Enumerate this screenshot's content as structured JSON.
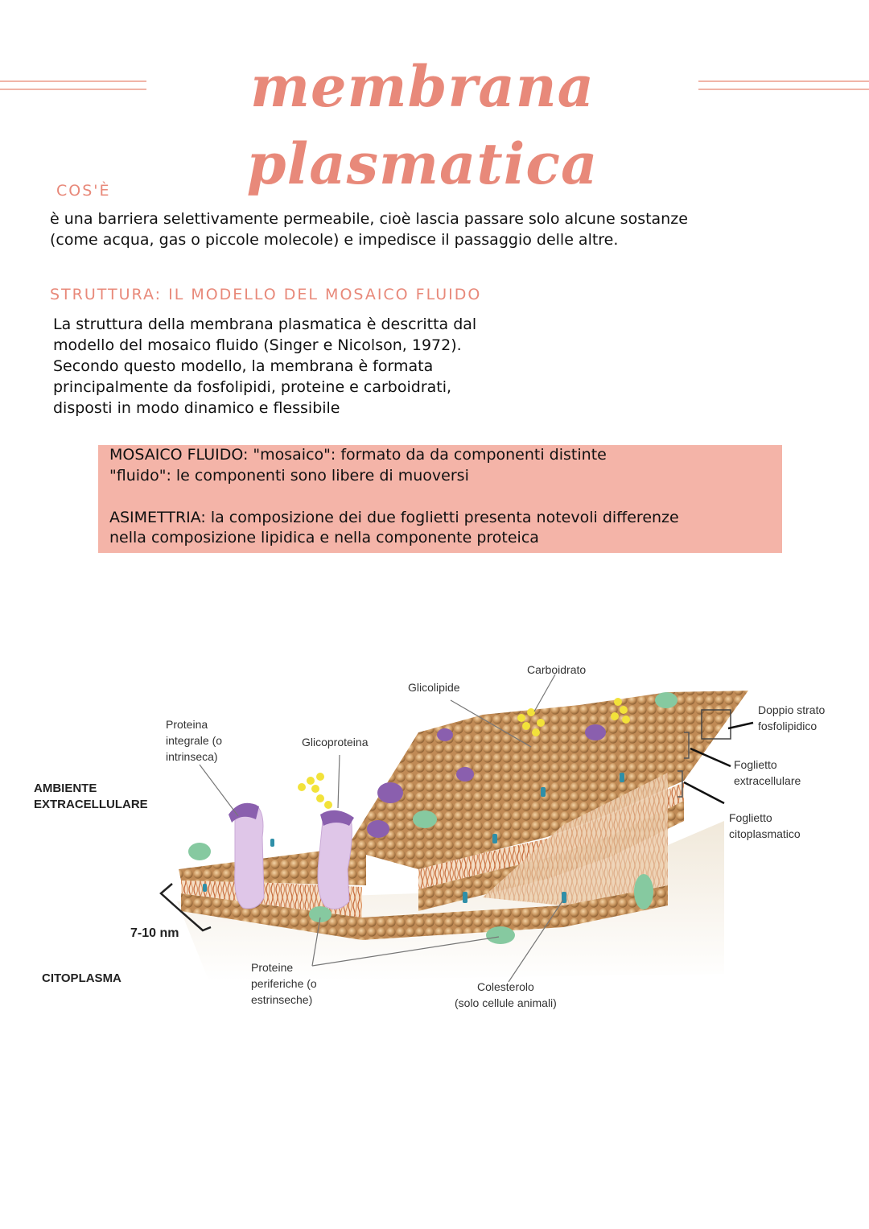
{
  "title": "membrana plasmatica",
  "section1": {
    "heading": "COS'È",
    "lines": [
      "è una barriera selettivamente permeabile, cioè lascia passare solo alcune sostanze",
      "(come acqua, gas o piccole molecole) e impedisce il passaggio delle altre."
    ]
  },
  "section2": {
    "heading": "STRUTTURA: IL MODELLO DEL MOSAICO FLUIDO",
    "lines": [
      "La struttura della membrana plasmatica è descritta dal",
      "modello del mosaico fluido (Singer e Nicolson, 1972).",
      "Secondo questo modello, la membrana è formata",
      "principalmente da fosfolipidi, proteine e carboidrati,",
      "disposti in modo dinamico e flessibile"
    ]
  },
  "callout": {
    "line1": "MOSAICO FLUIDO: \"mosaico\": formato da da componenti distinte",
    "line2": "\"fluido\": le componenti sono libere di muoversi",
    "line3": "ASIMETTRIA: la composizione dei due foglietti presenta notevoli differenze",
    "line4": "nella composizione lipidica e nella componente proteica"
  },
  "diagram": {
    "labels": {
      "carboidrato": "Carboidrato",
      "glicolipide": "Glicolipide",
      "proteina_integrale_1": "Proteina",
      "proteina_integrale_2": "integrale (o",
      "proteina_integrale_3": "intrinseca)",
      "glicoproteina": "Glicoproteina",
      "doppio_strato_1": "Doppio strato",
      "doppio_strato_2": "fosfolipidico",
      "foglietto_extra_1": "Foglietto",
      "foglietto_extra_2": "extracellulare",
      "foglietto_cito_1": "Foglietto",
      "foglietto_cito_2": "citoplasmatico",
      "ambiente_1": "AMBIENTE",
      "ambiente_2": "EXTRACELLULARE",
      "spessore": "7-10 nm",
      "citoplasma": "CITOPLASMA",
      "periferiche_1": "Proteine",
      "periferiche_2": "periferiche (o",
      "periferiche_3": "estrinseche)",
      "colesterolo_1": "Colesterolo",
      "colesterolo_2": "(solo cellule animali)"
    }
  },
  "colors": {
    "accent": "#e8897a",
    "callout_bg": "#f4b4a8",
    "lipid": "#c8955e",
    "protein_integral": "#ddc3e6",
    "protein_purple": "#8a5fae",
    "protein_green": "#86c9a0",
    "carb": "#f2e23a",
    "cholesterol": "#2f8fa8"
  }
}
